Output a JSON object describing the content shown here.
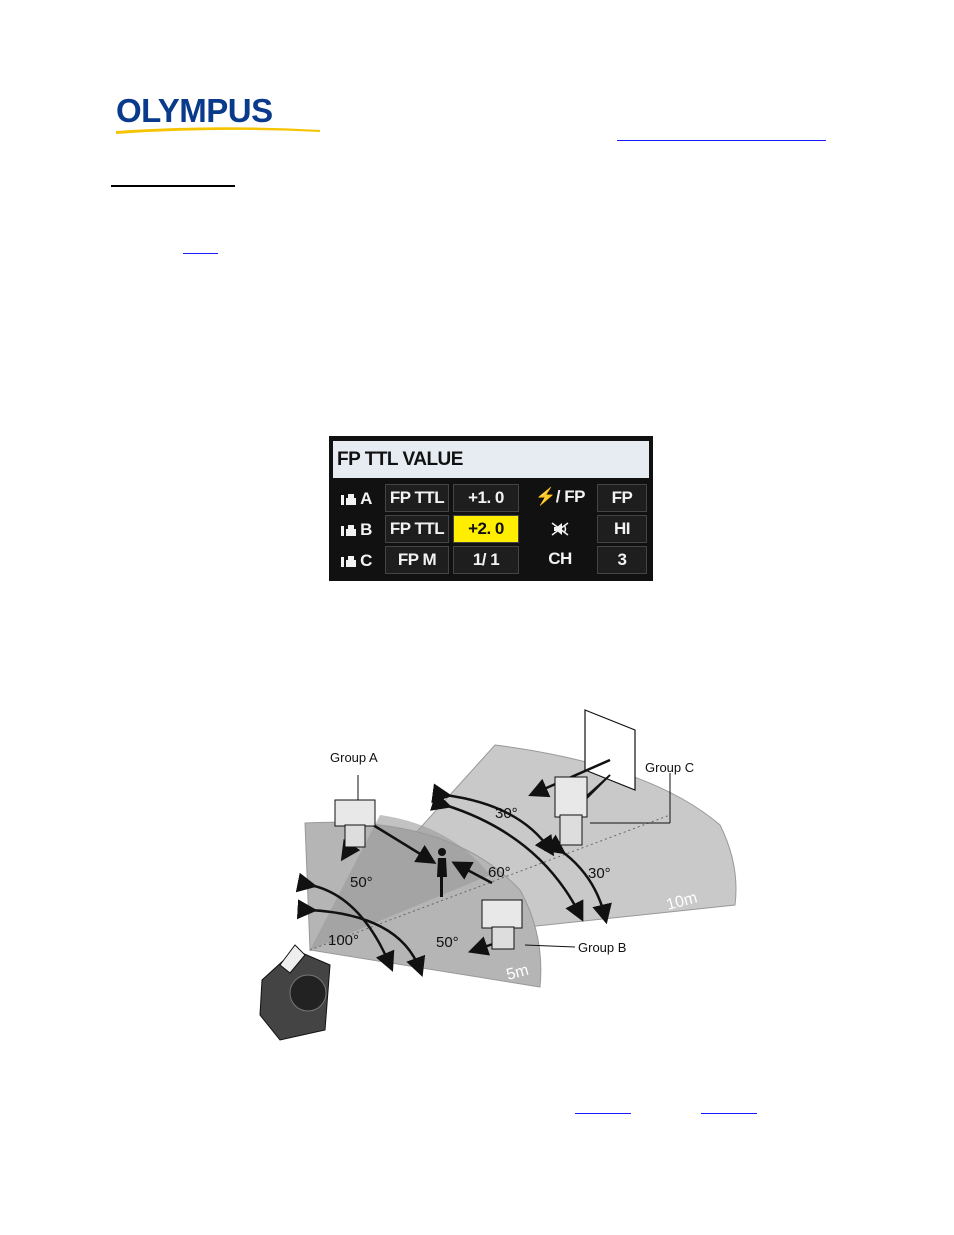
{
  "logo": {
    "text": "OLYMPUS",
    "color": "#0a3a8c",
    "swoosh_color": "#f5c400"
  },
  "lcd": {
    "title": "FP TTL VALUE",
    "rows": [
      {
        "group": "A",
        "mode": "FP TTL",
        "value": "+1. 0",
        "setting_label": "⚡/ FP",
        "setting_value": "FP"
      },
      {
        "group": "B",
        "mode": "FP TTL",
        "value": "+2. 0",
        "setting_label": "sound-icon",
        "setting_value": "HI"
      },
      {
        "group": "C",
        "mode": "FP M",
        "value": "1/ 1",
        "setting_label": "CH",
        "setting_value": "3"
      }
    ],
    "highlight_color": "#ffee00"
  },
  "diagram": {
    "group_a_label": "Group A",
    "group_b_label": "Group B",
    "group_c_label": "Group C",
    "angles": {
      "a_spread": "50°",
      "camera_spread": "100°",
      "b_spread": "50°",
      "c_spread": "30°",
      "center_spread": "60°",
      "right_spread": "30°"
    },
    "near_distance": "5m",
    "far_distance": "10m"
  }
}
